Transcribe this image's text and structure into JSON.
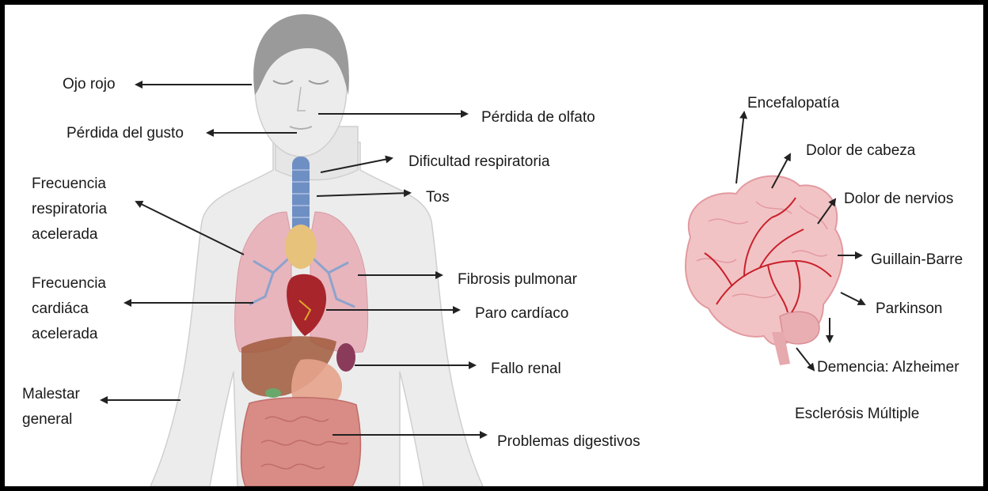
{
  "body_labels": {
    "ojo_rojo": "Ojo rojo",
    "perdida_gusto": "Pérdida del gusto",
    "frecuencia_respiratoria": [
      "Frecuencia",
      "respiratoria",
      "acelerada"
    ],
    "frecuencia_cardiaca": [
      "Frecuencia",
      "cardiáca",
      "acelerada"
    ],
    "malestar_general": [
      "Malestar",
      "general"
    ],
    "perdida_olfato": "Pérdida de olfato",
    "dificultad_respiratoria": "Dificultad respiratoria",
    "tos": "Tos",
    "fibrosis_pulmonar": "Fibrosis pulmonar",
    "paro_cardiaco": "Paro cardíaco",
    "fallo_renal": "Fallo renal",
    "problemas_digestivos": "Problemas digestivos"
  },
  "brain_labels": {
    "encefalopatia": "Encefalopatía",
    "dolor_cabeza": "Dolor de cabeza",
    "dolor_nervios": "Dolor de nervios",
    "guillain_barre": "Guillain-Barre",
    "parkinson": "Parkinson",
    "demencia": "Demencia: Alzheimer",
    "esclerosis": "Esclerósis Múltiple"
  },
  "colors": {
    "skin": "#ececec",
    "hair": "#9a9a9a",
    "lungs": "#e8b5bd",
    "trachea": "#6e8fc4",
    "heart": "#a8252c",
    "liver": "#a05a3c",
    "intestine": "#d98b86",
    "brain": "#f2c3c5",
    "vessels": "#c9202a",
    "arrow": "#222222"
  }
}
